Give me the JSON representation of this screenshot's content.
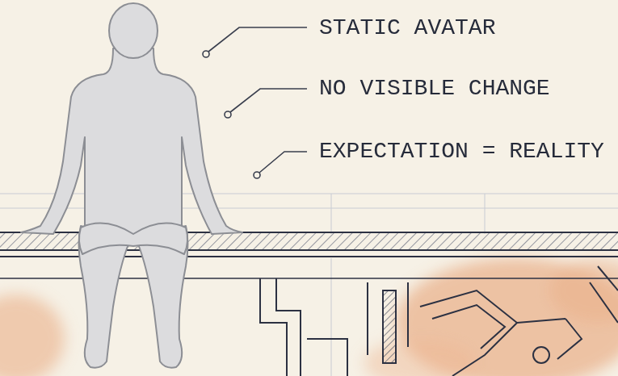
{
  "diagram": {
    "labels": [
      "STATIC AVATAR",
      "NO VISIBLE CHANGE",
      "EXPECTATION = REALITY"
    ]
  }
}
